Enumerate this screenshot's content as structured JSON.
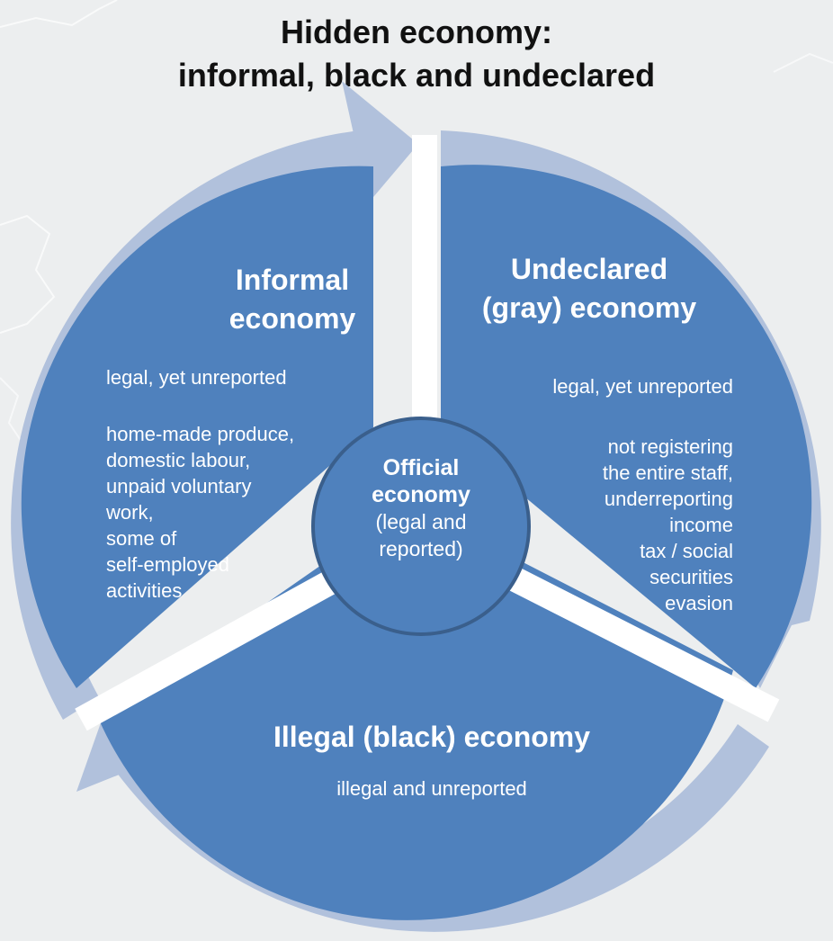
{
  "title_line1": "Hidden economy:",
  "title_line2": "informal, black and undeclared",
  "colors": {
    "background": "#eceeef",
    "segment_fill": "#4f81bd",
    "arrow_ring": "#b1c1dc",
    "center_border": "#3a5f8c",
    "text_on_segment": "#ffffff"
  },
  "segments": {
    "informal": {
      "heading_line1": "Informal",
      "heading_line2": "economy",
      "status": "legal, yet unreported",
      "examples": [
        "home-made produce,",
        "domestic labour,",
        "unpaid voluntary",
        "work,",
        "some of",
        "self-employed",
        "activities"
      ]
    },
    "undeclared": {
      "heading_line1": "Undeclared",
      "heading_line2": "(gray) economy",
      "status": "legal, yet unreported",
      "examples": [
        "not registering",
        "the entire staff,",
        "underreporting",
        "income",
        "tax / social",
        "securities",
        "evasion"
      ]
    },
    "illegal": {
      "heading": "Illegal (black) economy",
      "status": "illegal and unreported"
    }
  },
  "center": {
    "line1": "Official",
    "line2": "economy",
    "line3": "(legal and",
    "line4": "reported)"
  }
}
